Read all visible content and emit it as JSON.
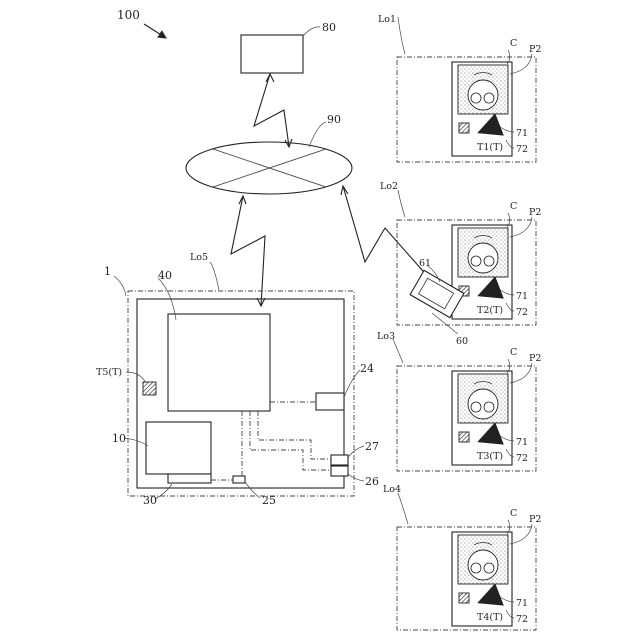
{
  "figure": {
    "system_label": "100",
    "server_label": "80",
    "network_label": "90",
    "shop_label": "Lo5",
    "device_label": "1",
    "controller_label": "40",
    "display_label": "10",
    "tag_shop": "T5(T)",
    "unit_24": "24",
    "unit_27": "27",
    "unit_26": "26",
    "unit_25": "25",
    "unit_30": "30",
    "terminal_label": "60",
    "terminal_part_label": "61",
    "card_label": "C",
    "poster_label": "P2",
    "reader_label": "71",
    "reader_label_b": "72",
    "locations": [
      {
        "name": "Lo1",
        "tag": "T1(T)"
      },
      {
        "name": "Lo2",
        "tag": "T2(T)"
      },
      {
        "name": "Lo3",
        "tag": "T3(T)"
      },
      {
        "name": "Lo4",
        "tag": "T4(T)"
      }
    ]
  }
}
